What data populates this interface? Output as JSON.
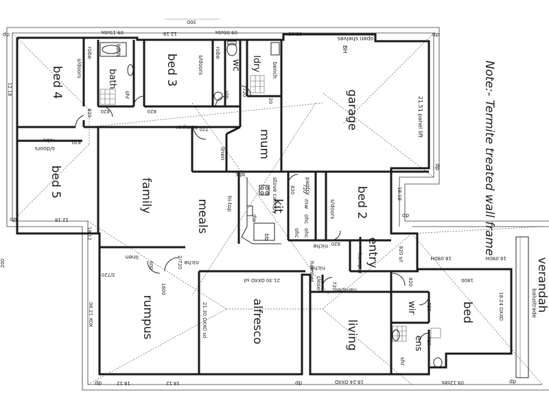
{
  "rooms": {
    "bed4": "bed 4",
    "bath": "bath",
    "bed3": "bed 3",
    "wc": "wc",
    "ldry": "ldry",
    "garage": "garage",
    "bed5": "bed 5",
    "family": "family",
    "meals": "meals",
    "kit": "kit",
    "bed2": "bed 2",
    "entry": "entry",
    "rumpus": "rumpus",
    "alfresco": "alfresco",
    "living": "living",
    "wir": "wir",
    "bed1": "bed",
    "ens": "ens",
    "verandah": "verandah",
    "mum": "mum"
  },
  "fixtures": {
    "robe_bed4": "robe",
    "sdoors_bed4": "s/doors",
    "bath_tub": "bath",
    "shr_bath": "shr",
    "robe_bed3": "robe",
    "sdoors_bed3": "s/doors",
    "vin": "vin",
    "bench": "bench",
    "open_shelves": "open shelves",
    "bh": "BH",
    "panel_lift": "21.51 panel lift",
    "hamper_hall": "hamper",
    "linen_hall": "linen",
    "robe_bed5": "robe",
    "sdoors_bed5": "s/doors",
    "hi_top": "hi-top",
    "stove_canopy": "stove canopy",
    "pantry": "pantry",
    "ohc1": "ohc",
    "ohc2": "ohc",
    "mw": "mw",
    "ohc3": "ohc",
    "ohc4": "ohc",
    "dw": "dw",
    "bb": "bb",
    "sdoors_bed2": "s/doors",
    "niche1": "niche",
    "niche2": "niche",
    "niche3": "niche",
    "hamper_entry": "hamper",
    "hamper2": "hamper",
    "hamper3": "hamper",
    "linen_rumpus": "linen",
    "closet": "closet",
    "shr_ens": "shr",
    "balustrade": "balustrade",
    "dp1": "dp",
    "dp2": "dp",
    "dp3": "dp",
    "dp4": "dp",
    "dp5": "dp",
    "dp6": "dp",
    "dp7": "dp",
    "dp8": "dp"
  },
  "dims": {
    "top1": "09.15obs",
    "top2": "12.18",
    "top3": "09.06obs",
    "top4": "09.09",
    "left1": "12.18",
    "left2": "12.18",
    "left3": "18.12",
    "left4": "06.21 XOX",
    "d820a": "820",
    "d820b": "820",
    "d820c": "820",
    "d820d": "820",
    "d820e": "820",
    "d820f": "820",
    "d820g": "820",
    "d720a": "720",
    "d720b": "720",
    "d720c": "720",
    "d720d": "720",
    "d720e": "720",
    "d720f": "720",
    "d720g": "720",
    "d2720": "2/720",
    "d3720": "3/720",
    "d600": "600",
    "d1600": "1600",
    "d1800": "1800",
    "d820s": "820 s/l",
    "alf_sd": "21.30 OXXO sd",
    "alf_sd2": "21.30 OXXO sd",
    "liv_bot": "18.24 OXXO",
    "bed1_side": "18.24 OXXO",
    "bot1": "18.12",
    "bot2": "18.12",
    "bot3": "09.12obs",
    "bed2_side": "18.18",
    "dh1": "18.09DH",
    "dh2": "18.09DH",
    "left_200": "200",
    "top_mark": "300"
  },
  "note": "Note:- Termite treated wall frame"
}
